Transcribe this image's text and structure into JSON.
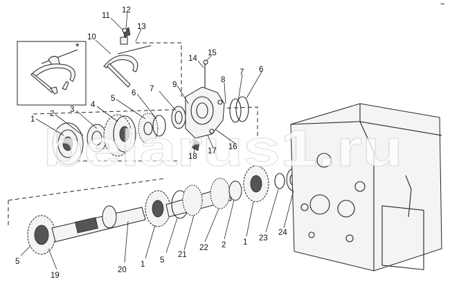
{
  "watermark": "belarus1.ru",
  "corner_mark": "~",
  "inset_mark": "*",
  "callouts": [
    "1",
    "2",
    "3",
    "4",
    "5",
    "6",
    "7",
    "8",
    "9",
    "10",
    "11",
    "12",
    "13",
    "14",
    "15",
    "16",
    "17",
    "18",
    "8",
    "6",
    "1",
    "2",
    "22",
    "21",
    "5",
    "1",
    "20",
    "19",
    "5",
    "23",
    "24"
  ]
}
